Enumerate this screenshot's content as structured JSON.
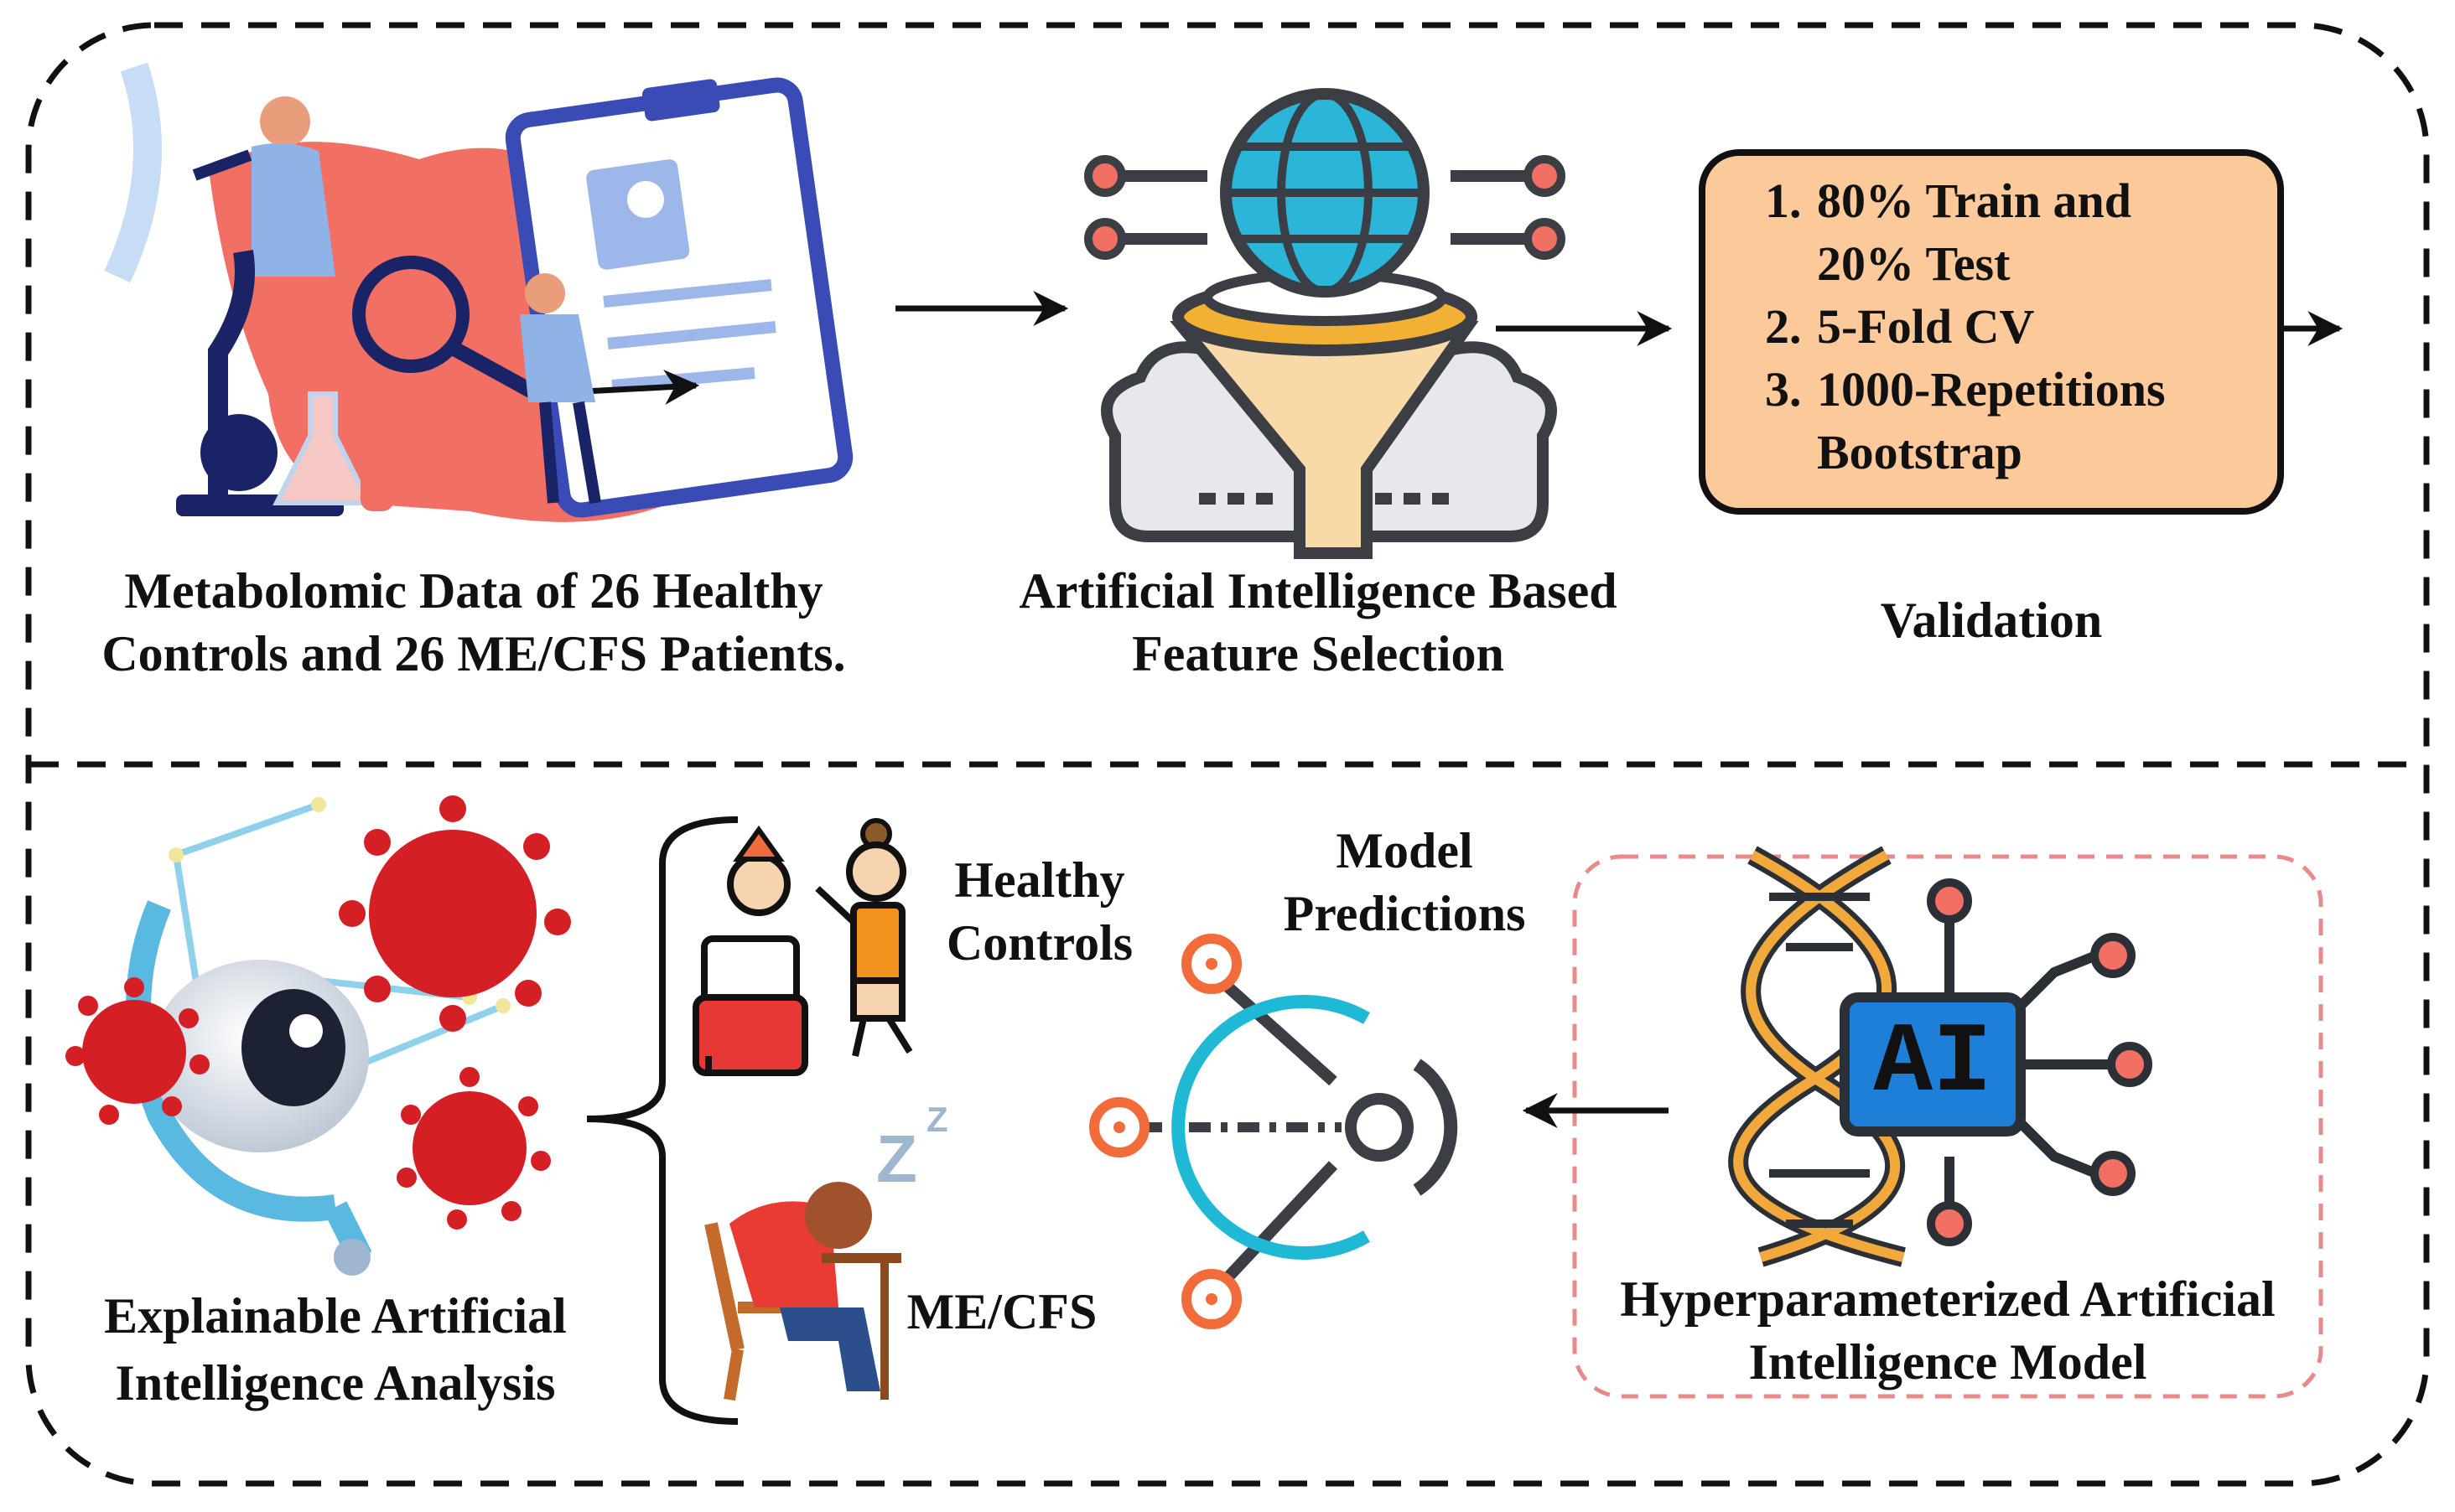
{
  "data_label": [
    "Metabolomic Data of 26 Healthy",
    "Controls and 26 ME/CFS Patients."
  ],
  "feature_label": [
    "Artificial Intelligence Based",
    "Feature Selection"
  ],
  "validation": {
    "steps": [
      {
        "num": "1.",
        "line1": "80% Train and",
        "line2": "20% Test"
      },
      {
        "num": "2.",
        "line1": "5-Fold CV",
        "line2": ""
      },
      {
        "num": "3.",
        "line1": "1000-Repetitions",
        "line2": "Bootstrap"
      }
    ],
    "caption": "Validation"
  },
  "model_label": [
    "Hyperparameterized Artificial",
    "Intelligence Model"
  ],
  "ai_text": "AI",
  "predictions_label": [
    "Model",
    "Predictions"
  ],
  "classes": {
    "healthy": [
      "Healthy",
      "Controls"
    ],
    "mecfs": "ME/CFS"
  },
  "sleep_text": "Z",
  "xai_label": [
    "Explainable Artificial",
    "Intelligence Analysis"
  ],
  "colors": {
    "validation_fill": "#fbc99a",
    "arrow": "#111111",
    "model_border": "#e88a8a",
    "liver": "#f26f63",
    "ai_chip": "#1e7fd8",
    "dna": "#f2a93b",
    "target_orange": "#f26b3a",
    "target_cyan": "#1fb9d6",
    "virus": "#d41f25"
  }
}
